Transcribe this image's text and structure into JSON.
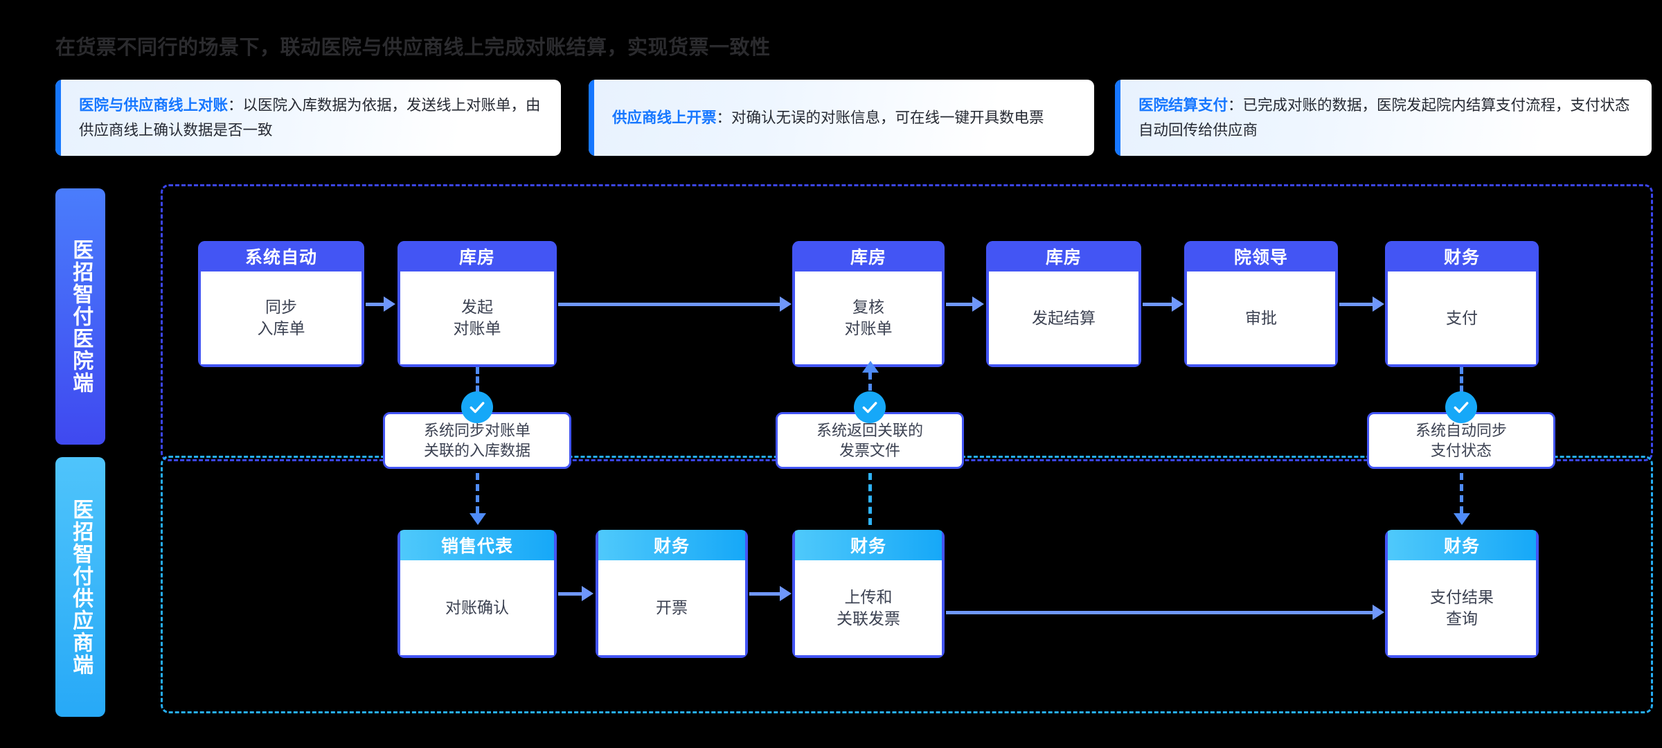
{
  "page": {
    "title": "在货票不同行的场景下，联动医院与供应商线上完成对账结算，实现货票一致性",
    "background_color": "#000000",
    "accent_blue": "#1677ff",
    "node_blue": "#4355f4",
    "node_cyan": "#16a8f8"
  },
  "info_cards": [
    {
      "heading": "医院与供应商线上对账",
      "separator": "：",
      "body": "以医院入库数据为依据，发送线上对账单，由供应商线上确认数据是否一致"
    },
    {
      "heading": "供应商线上开票",
      "separator": "：",
      "body": "对确认无误的对账信息，可在线一键开具数电票"
    },
    {
      "heading": "医院结算支付",
      "separator": "：",
      "body": "已完成对账的数据，医院发起院内结算支付流程，支付状态自动回传给供应商"
    }
  ],
  "lanes": [
    {
      "id": "hospital",
      "label": "医招智付医院端",
      "border_color": "#3b46ef"
    },
    {
      "id": "supplier",
      "label": "医招智付供应商端",
      "border_color": "#26aef6"
    }
  ],
  "hospital_nodes": [
    {
      "role": "系统自动",
      "action": "同步\n入库单"
    },
    {
      "role": "库房",
      "action": "发起\n对账单"
    },
    {
      "role": "库房",
      "action": "复核\n对账单"
    },
    {
      "role": "库房",
      "action": "发起结算"
    },
    {
      "role": "院领导",
      "action": "审批"
    },
    {
      "role": "财务",
      "action": "支付"
    }
  ],
  "supplier_nodes": [
    {
      "role": "销售代表",
      "action": "对账确认"
    },
    {
      "role": "财务",
      "action": "开票"
    },
    {
      "role": "财务",
      "action": "上传和\n关联发票"
    },
    {
      "role": "财务",
      "action": "支付结果\n查询"
    }
  ],
  "connector_notes": [
    {
      "text": "系统同步对账单\n关联的入库数据",
      "badge": "check-icon",
      "direction": "down"
    },
    {
      "text": "系统返回关联的\n发票文件",
      "badge": "check-icon",
      "direction": "up"
    },
    {
      "text": "系统自动同步\n支付状态",
      "badge": "check-icon",
      "direction": "down"
    }
  ]
}
